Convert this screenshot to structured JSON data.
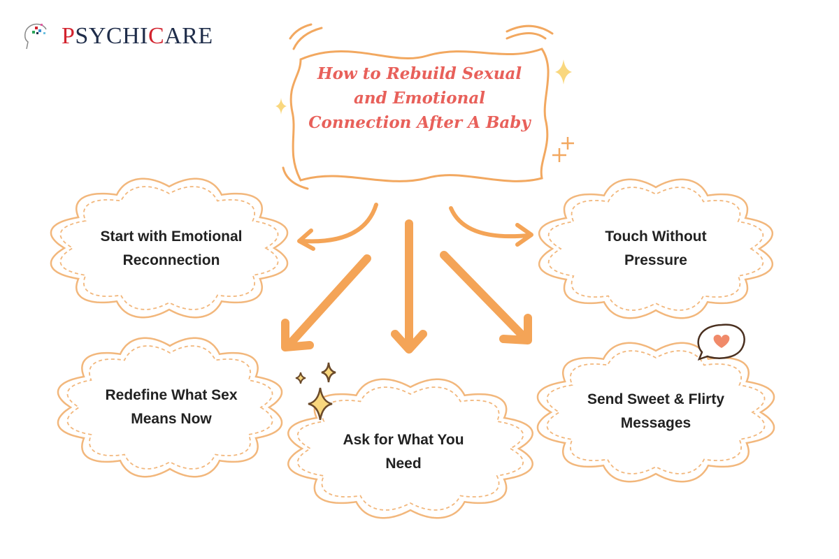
{
  "brand": {
    "logo_text_prefix": "P",
    "logo_text_mid": "SYCHI",
    "logo_text_c": "C",
    "logo_text_suffix": "ARE",
    "name": "PsychiCare"
  },
  "title": "How to Rebuild Sexual and Emotional Connection After A Baby",
  "tips": [
    {
      "label": "Start with Emotional Reconnection"
    },
    {
      "label": "Touch Without Pressure"
    },
    {
      "label": "Redefine What Sex Means Now"
    },
    {
      "label": "Ask for What You Need"
    },
    {
      "label": "Send Sweet & Flirty Messages"
    }
  ],
  "colors": {
    "arrow": "#f4a457",
    "cloud": "#f2b77c",
    "title": "#e8605a",
    "sparkle": "#f9d77e",
    "heart": "#f08a6a"
  }
}
